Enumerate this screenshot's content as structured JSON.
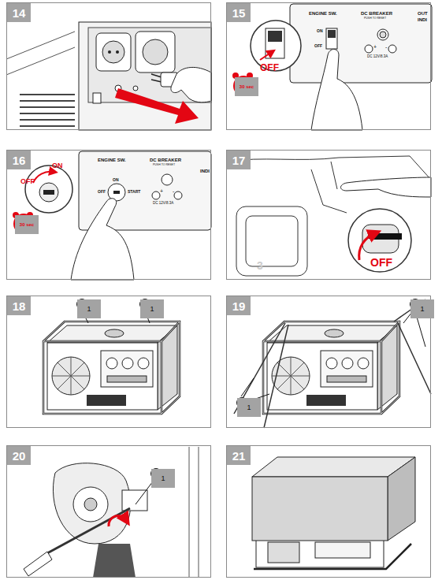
{
  "diagram": {
    "nodes": [
      {
        "text": [
          "14"
        ]
      },
      {
        "text": [
          "15"
        ]
      },
      {
        "text": [
          "30 sec"
        ],
        "in": 1
      },
      {
        "text": [
          "16"
        ]
      },
      {
        "text": [
          "30 sec"
        ],
        "in": 3
      },
      {
        "text": [
          "17"
        ]
      },
      {
        "text": [
          "18"
        ]
      },
      {
        "text": [
          "1"
        ],
        "in": 6
      },
      {
        "text": [
          "1"
        ],
        "in": 6
      },
      {
        "text": [
          "19"
        ]
      },
      {
        "text": [
          "1"
        ],
        "in": 9
      },
      {
        "text": [
          "1"
        ],
        "in": 9
      },
      {
        "text": [
          "20"
        ]
      },
      {
        "text": [
          "1"
        ],
        "in": 12
      },
      {
        "text": [
          "21"
        ]
      }
    ],
    "labels": [
      "ENGINE SW.",
      "DC BREAKER",
      "PUSH TO RESET",
      "OUT",
      "INDI",
      "ON",
      "OFF",
      "+",
      "-",
      "DC 12V/8.3A",
      "OFF",
      "ENGINE SW.",
      "DC BREAKER",
      "PUSH TO RESET",
      "ON",
      "OFF",
      "START",
      "+",
      "-",
      "DC 12V/8.3A",
      "INDI",
      "ON",
      "OFF",
      "OFF",
      "3"
    ]
  }
}
